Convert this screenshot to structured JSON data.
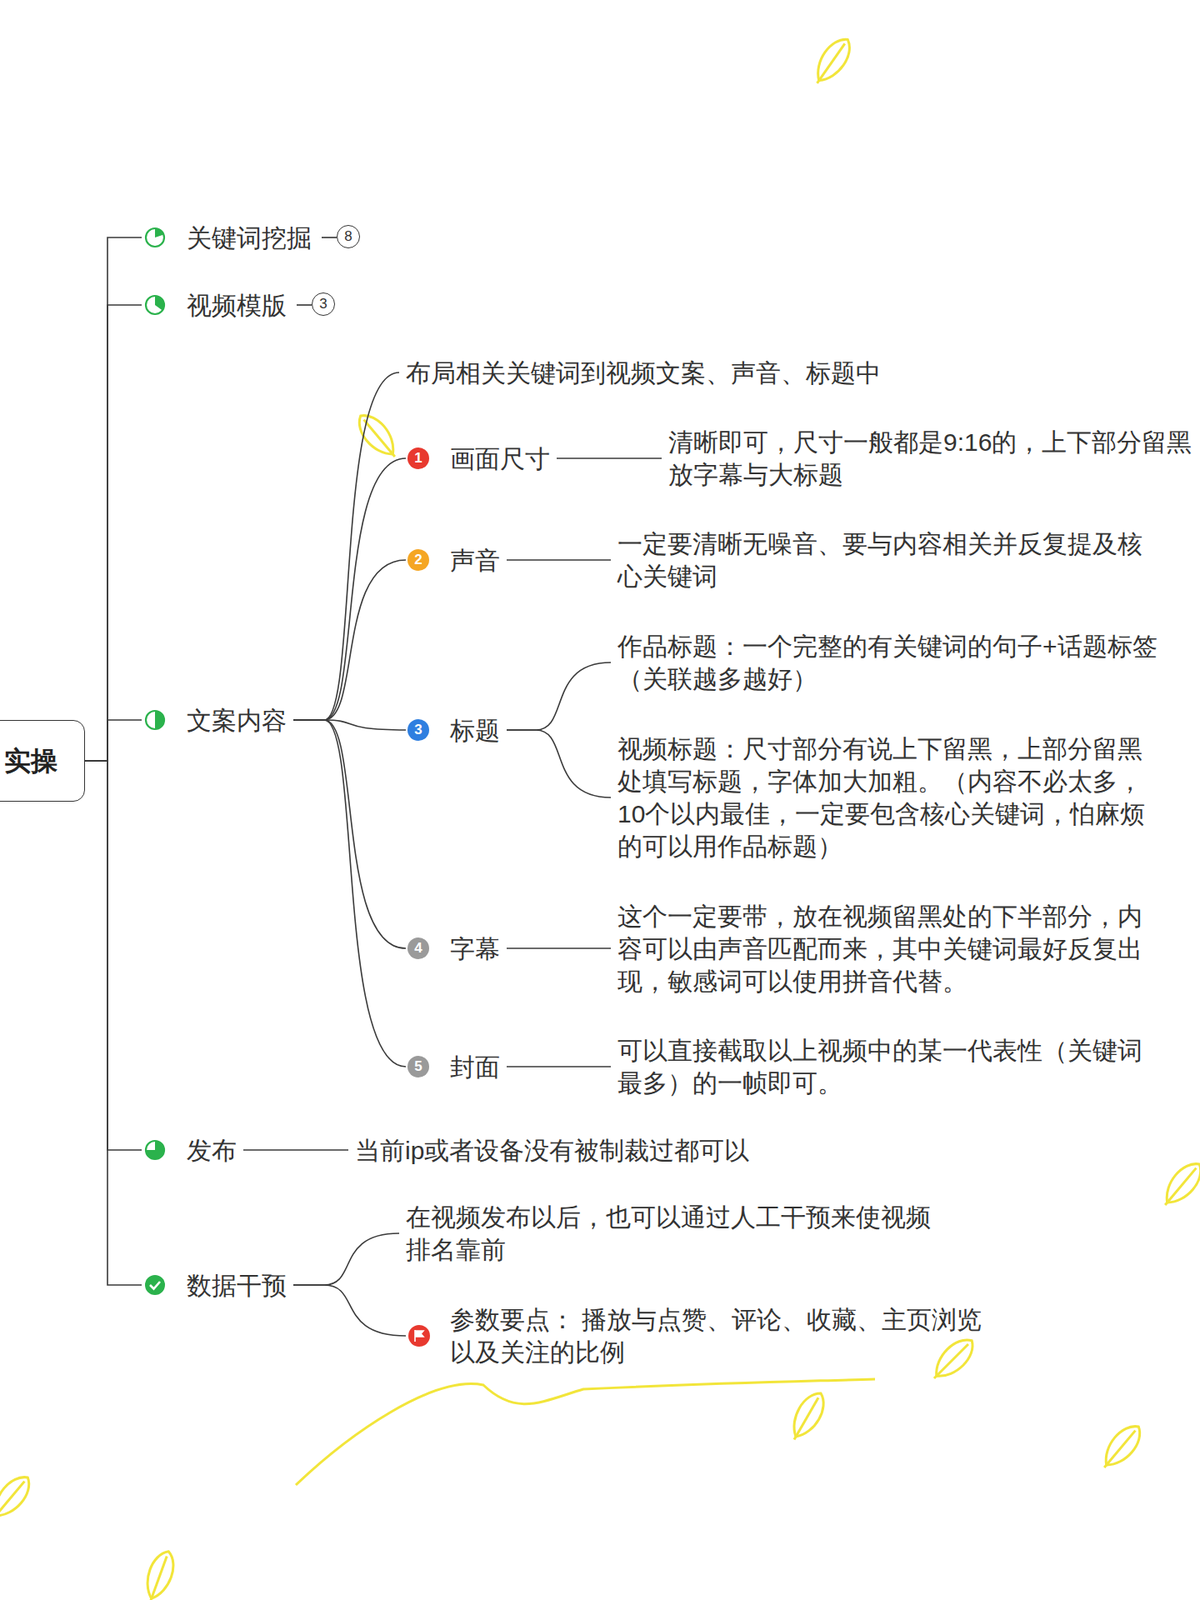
{
  "diagram": {
    "nodes": [
      {
        "text": [
          "实操"
        ]
      },
      {
        "text": [
          "关键词挖掘"
        ]
      },
      {
        "text": [
          "视频模版"
        ]
      },
      {
        "text": [
          "文案内容"
        ]
      },
      {
        "text": [
          "布局相关关键词到视频文案、声音、标题中"
        ]
      },
      {
        "text": [
          "画面尺寸"
        ]
      },
      {
        "text": [
          "清晰即可，尺寸一般都是9:16的，上下部分留黑放字幕与大标题"
        ]
      },
      {
        "text": [
          "声音"
        ]
      },
      {
        "text": [
          "一定要清晰无噪音、要与内容相关并反复提及核心关键词"
        ]
      },
      {
        "text": [
          "标题"
        ]
      },
      {
        "text": [
          "作品标题：一个完整的有关键词的句子+话题标签（关联越多越好）"
        ]
      },
      {
        "text": [
          "视频标题：尺寸部分有说上下留黑，上部分留黑处填写标题，字体加大加粗。（内容不必太多，10个以内最佳，一定要包含核心关键词，怕麻烦的可以用作品标题）"
        ]
      },
      {
        "text": [
          "字幕"
        ]
      },
      {
        "text": [
          "这个一定要带，放在视频留黑处的下半部分，内容可以由声音匹配而来，其中关键词最好反复出现，敏感词可以使用拼音代替。"
        ]
      },
      {
        "text": [
          "封面"
        ]
      },
      {
        "text": [
          "可以直接截取以上视频中的某一代表性（关键词最多）的一帧即可。"
        ]
      },
      {
        "text": [
          "发布"
        ]
      },
      {
        "text": [
          "当前ip或者设备没有被制裁过都可以"
        ]
      },
      {
        "text": [
          "数据干预"
        ]
      },
      {
        "text": [
          "在视频发布以后，也可以通过人工干预来使视频排名靠前"
        ]
      },
      {
        "text": [
          "参数要点： 播放与点赞、评论、收藏、主页浏览以及关注的比例"
        ]
      }
    ],
    "edges": [
      {
        "from": 0,
        "to": 1,
        "arrow": "none"
      },
      {
        "from": 0,
        "to": 2,
        "arrow": "none"
      },
      {
        "from": 0,
        "to": 3,
        "arrow": "none"
      },
      {
        "from": 0,
        "to": 16,
        "arrow": "none"
      },
      {
        "from": 0,
        "to": 18,
        "arrow": "none"
      },
      {
        "from": 3,
        "to": 4,
        "arrow": "none"
      },
      {
        "from": 3,
        "to": 5,
        "arrow": "none"
      },
      {
        "from": 3,
        "to": 7,
        "arrow": "none"
      },
      {
        "from": 3,
        "to": 9,
        "arrow": "none"
      },
      {
        "from": 3,
        "to": 12,
        "arrow": "none"
      },
      {
        "from": 3,
        "to": 14,
        "arrow": "none"
      },
      {
        "from": 5,
        "to": 6,
        "arrow": "none"
      },
      {
        "from": 7,
        "to": 8,
        "arrow": "none"
      },
      {
        "from": 9,
        "to": 10,
        "arrow": "none"
      },
      {
        "from": 9,
        "to": 11,
        "arrow": "none"
      },
      {
        "from": 12,
        "to": 13,
        "arrow": "none"
      },
      {
        "from": 14,
        "to": 15,
        "arrow": "none"
      },
      {
        "from": 16,
        "to": 17,
        "arrow": "none"
      },
      {
        "from": 18,
        "to": 19,
        "arrow": "none"
      },
      {
        "from": 18,
        "to": 20,
        "arrow": "none"
      }
    ],
    "labels": [
      "8",
      "3",
      "1",
      "2",
      "3",
      "4",
      "5"
    ]
  }
}
